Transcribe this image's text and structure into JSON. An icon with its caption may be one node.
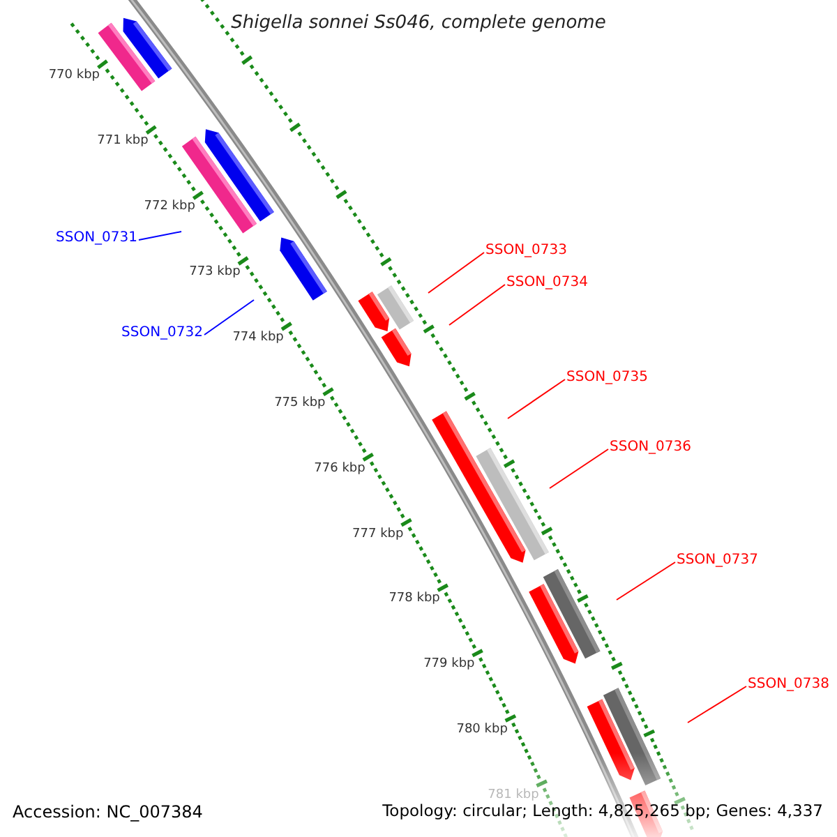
{
  "diagram": {
    "title": "Shigella sonnei Ss046, complete genome",
    "nodes": [
      {
        "text": [
          "SSON_0731"
        ]
      },
      {
        "text": [
          "SSON_0732"
        ]
      },
      {
        "text": [
          "SSON_0733"
        ]
      },
      {
        "text": [
          "SSON_0734"
        ]
      },
      {
        "text": [
          "SSON_0735"
        ]
      },
      {
        "text": [
          "SSON_0736"
        ]
      },
      {
        "text": [
          "SSON_0737"
        ]
      },
      {
        "text": [
          "SSON_0738"
        ]
      }
    ],
    "edges": [
      {
        "from": 0,
        "to": null,
        "arrow": "none",
        "color": "#0000ff"
      },
      {
        "from": 1,
        "to": null,
        "arrow": "none",
        "color": "#0000ff"
      },
      {
        "from": 2,
        "to": null,
        "arrow": "none"
      },
      {
        "from": 3,
        "to": null,
        "arrow": "none"
      },
      {
        "from": 4,
        "to": null,
        "arrow": "none"
      },
      {
        "from": 5,
        "to": null,
        "arrow": "none"
      },
      {
        "from": 6,
        "to": null,
        "arrow": "none"
      },
      {
        "from": 7,
        "to": null,
        "arrow": "none"
      }
    ],
    "labels": [
      "770 kbp",
      "771 kbp",
      "772 kbp",
      "773 kbp",
      "774 kbp",
      "775 kbp",
      "776 kbp",
      "777 kbp",
      "778 kbp",
      "779 kbp",
      "780 kbp",
      "781 kbp",
      "Accession: NC_007384",
      "Topology: circular; Length: 4,825,265 bp; Genes: 4,337"
    ]
  }
}
